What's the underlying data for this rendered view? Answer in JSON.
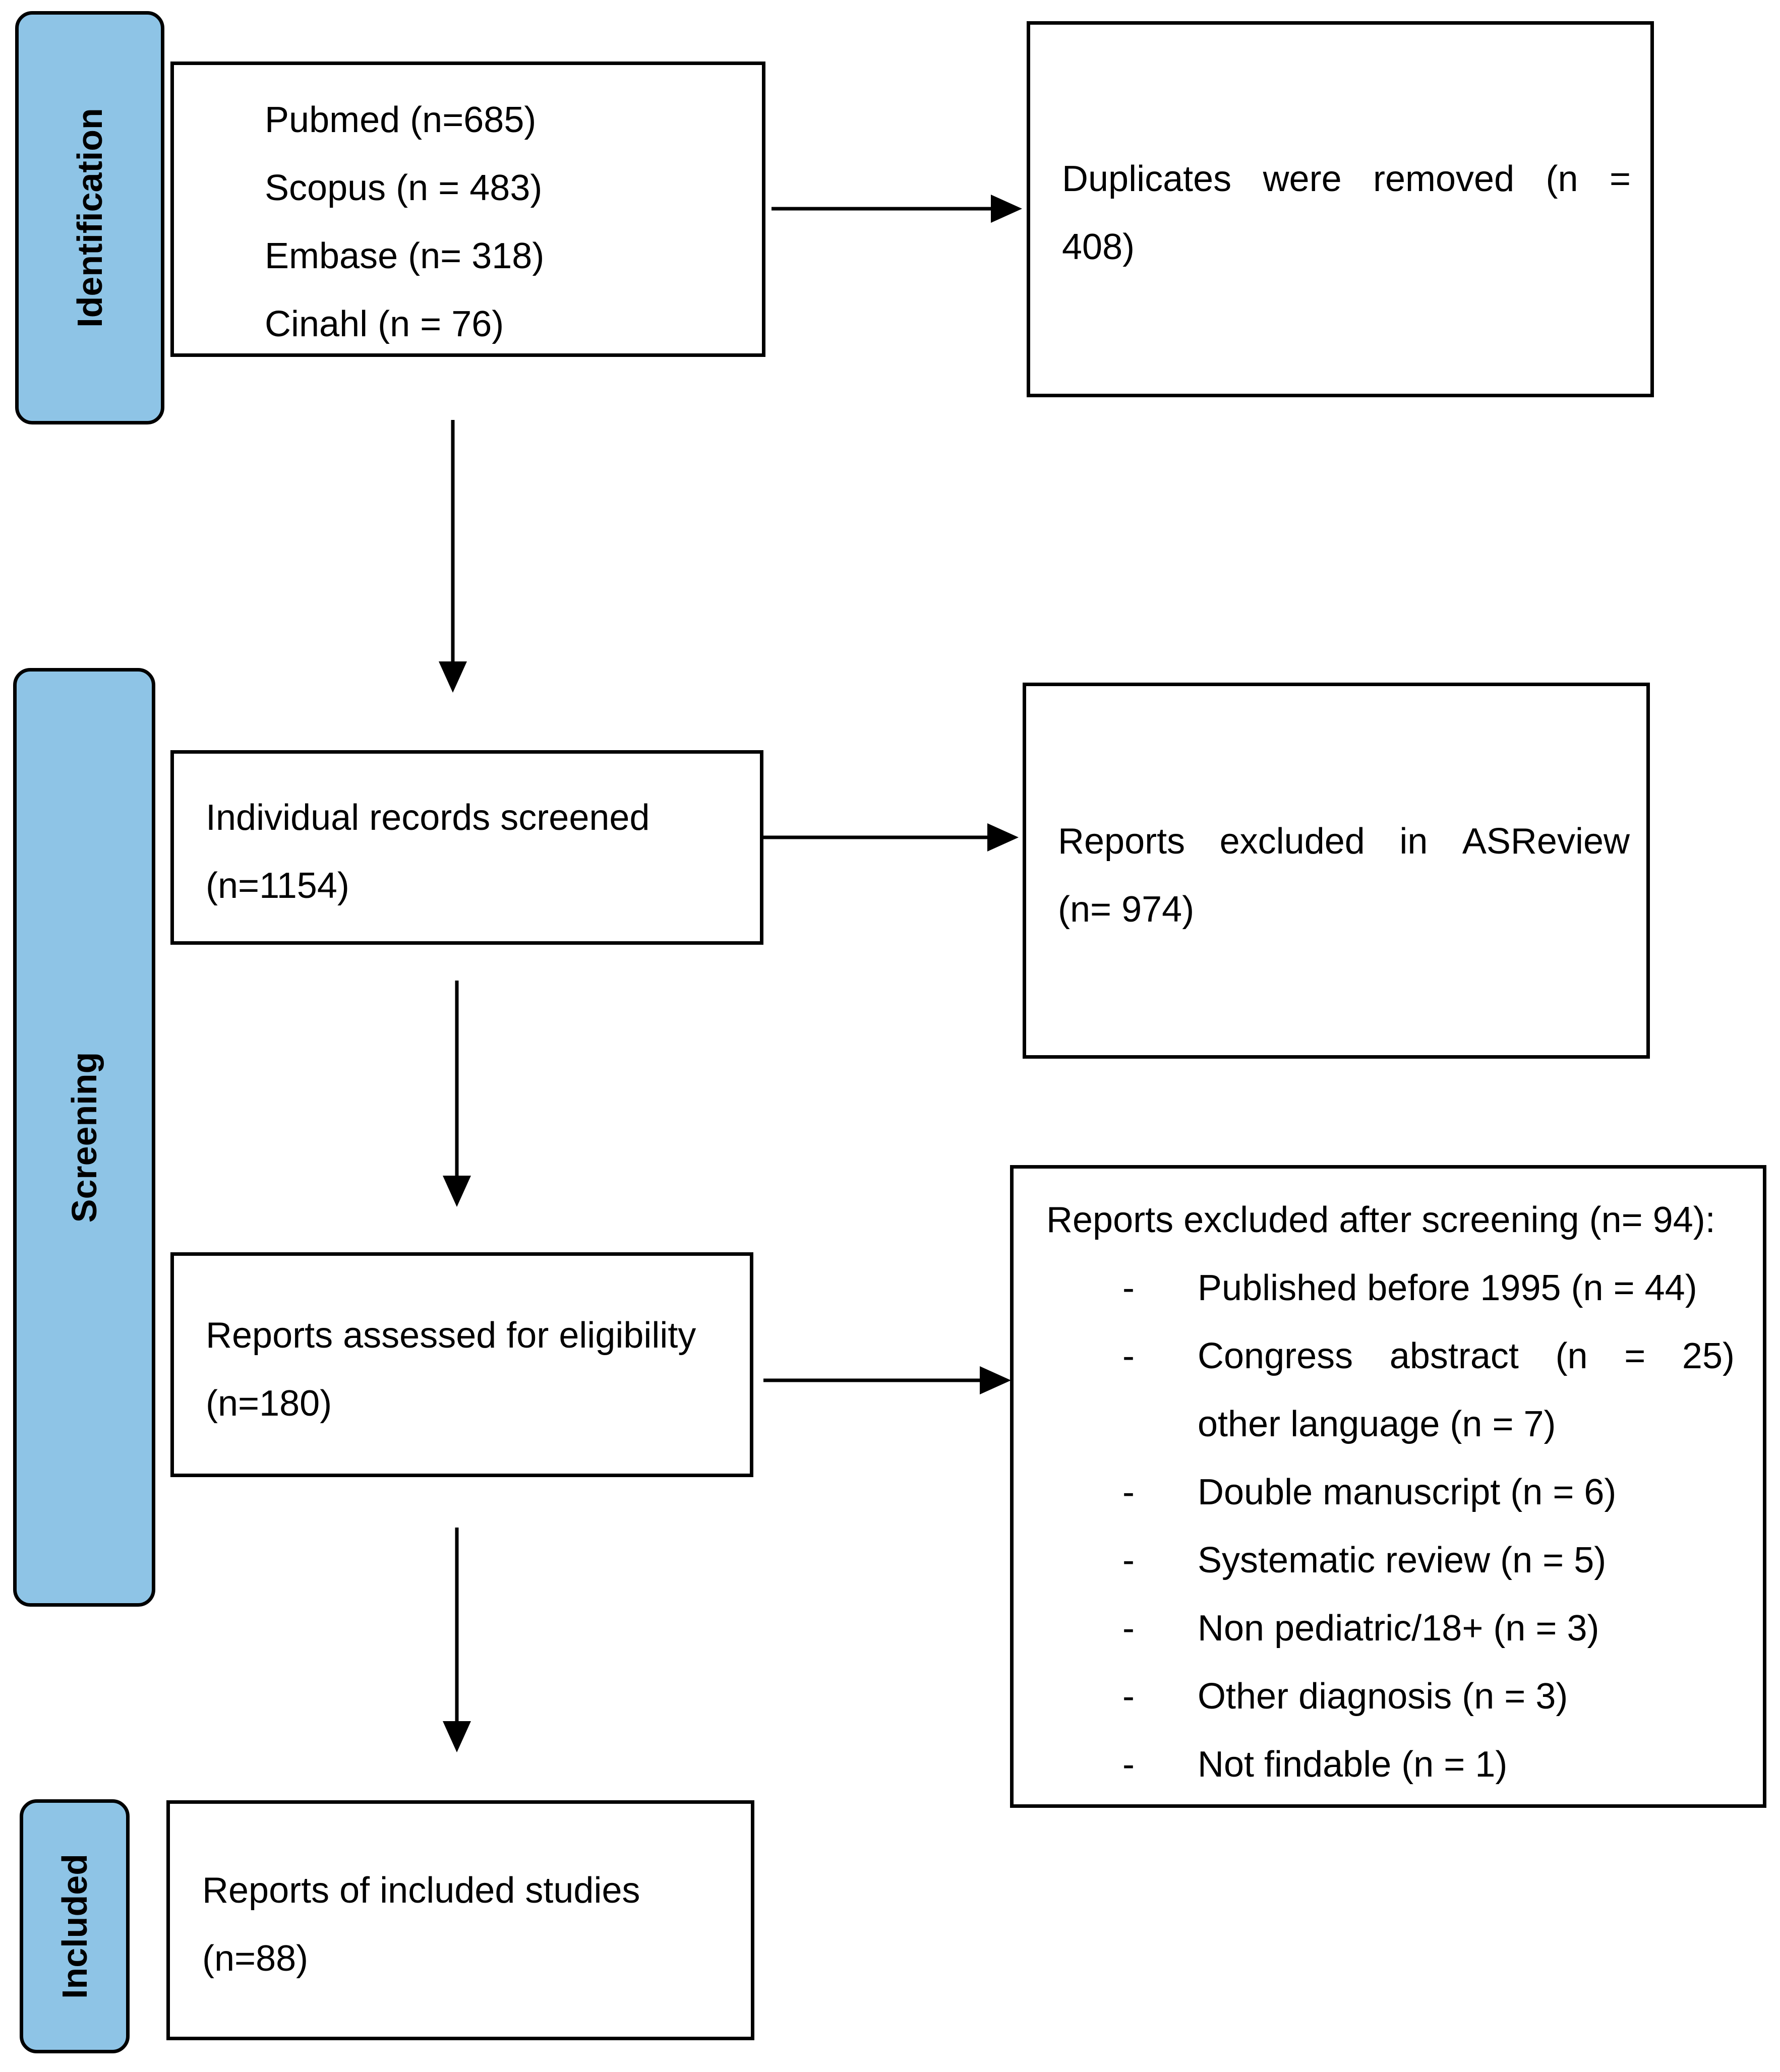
{
  "phases": {
    "identification": "Identification",
    "screening": "Screening",
    "included": "Included"
  },
  "sources": {
    "pubmed": "Pubmed (n=685)",
    "scopus": "Scopus (n = 483)",
    "embase": "Embase (n= 318)",
    "cinahl": "Cinahl (n = 76)"
  },
  "duplicates": {
    "words": [
      "Duplicates",
      "were",
      "removed",
      "(n",
      "="
    ],
    "line2": "408)"
  },
  "screened": {
    "line1": "Individual records screened",
    "line2": "(n=1154)"
  },
  "asreview": {
    "words": [
      "Reports",
      "excluded",
      "in",
      "ASReview"
    ],
    "line2": "(n= 974)"
  },
  "eligibility": {
    "line1": "Reports assessed for eligibility",
    "line2": "(n=180)"
  },
  "excluded": {
    "title": "Reports excluded after screening (n= 94):",
    "dash": "-",
    "congress_words": [
      "Congress",
      "abstract",
      "(n",
      "=",
      "25)"
    ],
    "items": [
      "Published before 1995 (n = 44)",
      "other language (n = 7)",
      "Double manuscript (n = 6)",
      "Systematic review (n = 5)",
      "Non pediatric/18+ (n = 3)",
      "Other diagnosis (n = 3)",
      "Not findable (n = 1)"
    ]
  },
  "included": {
    "line1": "Reports of included studies",
    "line2": "(n=88)"
  }
}
